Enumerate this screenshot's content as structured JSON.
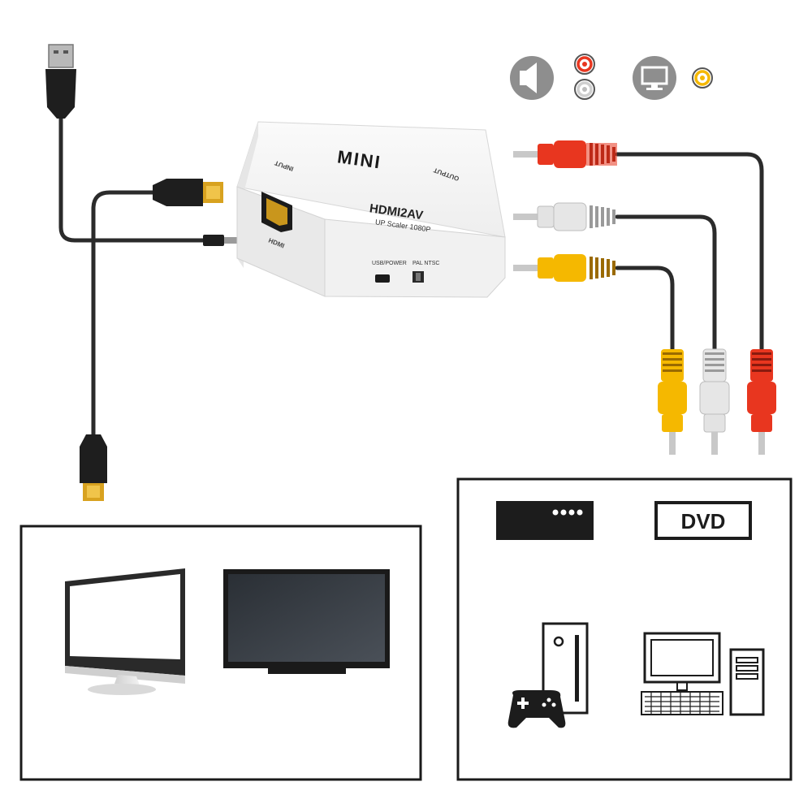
{
  "converter": {
    "brand": "MINI",
    "model": "HDMI2AV",
    "subtitle": "UP Scaler 1080P",
    "input_label": "INPUT",
    "output_label": "OUTPUT",
    "port_label": "HDMI",
    "power_label": "USB/POWER",
    "switch_label": "PAL NTSC"
  },
  "legend": {
    "audio_icon": "speaker-icon",
    "audio_jacks": [
      "red",
      "white"
    ],
    "video_icon": "monitor-icon",
    "video_jacks": [
      "yellow"
    ]
  },
  "rca_colors": {
    "red": "#e8361f",
    "white": "#e6e6e6",
    "yellow": "#f5b800"
  },
  "sources_panel": {
    "items": [
      "set-top-box",
      "dvd-player",
      "game-console",
      "desktop-pc"
    ],
    "dvd_label": "DVD"
  },
  "displays_panel": {
    "items": [
      "computer-monitor",
      "flat-tv"
    ]
  }
}
